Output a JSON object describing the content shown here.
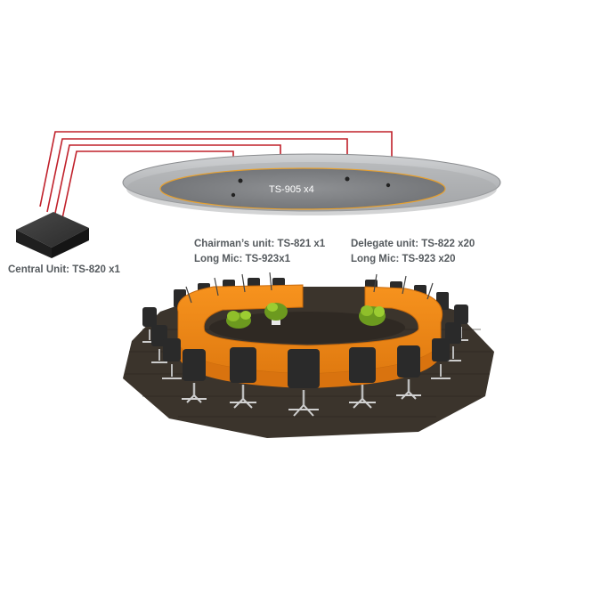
{
  "labels": {
    "ceiling": "TS-905 x4",
    "chairman_unit": "Chairman’s unit: TS-821 x1",
    "chairman_mic": "Long Mic: TS-923x1",
    "delegate_unit": "Delegate  unit: TS-822 x20",
    "delegate_mic": "Long Mic: TS-923 x20",
    "central_unit": "Central Unit: TS-820 x1"
  },
  "colors": {
    "cable": "#c0202a",
    "table": "#f7931e",
    "floor": "#3b342c",
    "chair": "#2a2a2a",
    "ceiling": "#b7b9bb",
    "central_unit": "#2b2b2b",
    "text": "#555a5e"
  },
  "icons": {
    "central_unit": "central-unit-box",
    "ceiling_speaker": "speaker-icon",
    "chair": "chair-icon",
    "plant": "plant-icon",
    "microphone": "microphone-icon"
  }
}
